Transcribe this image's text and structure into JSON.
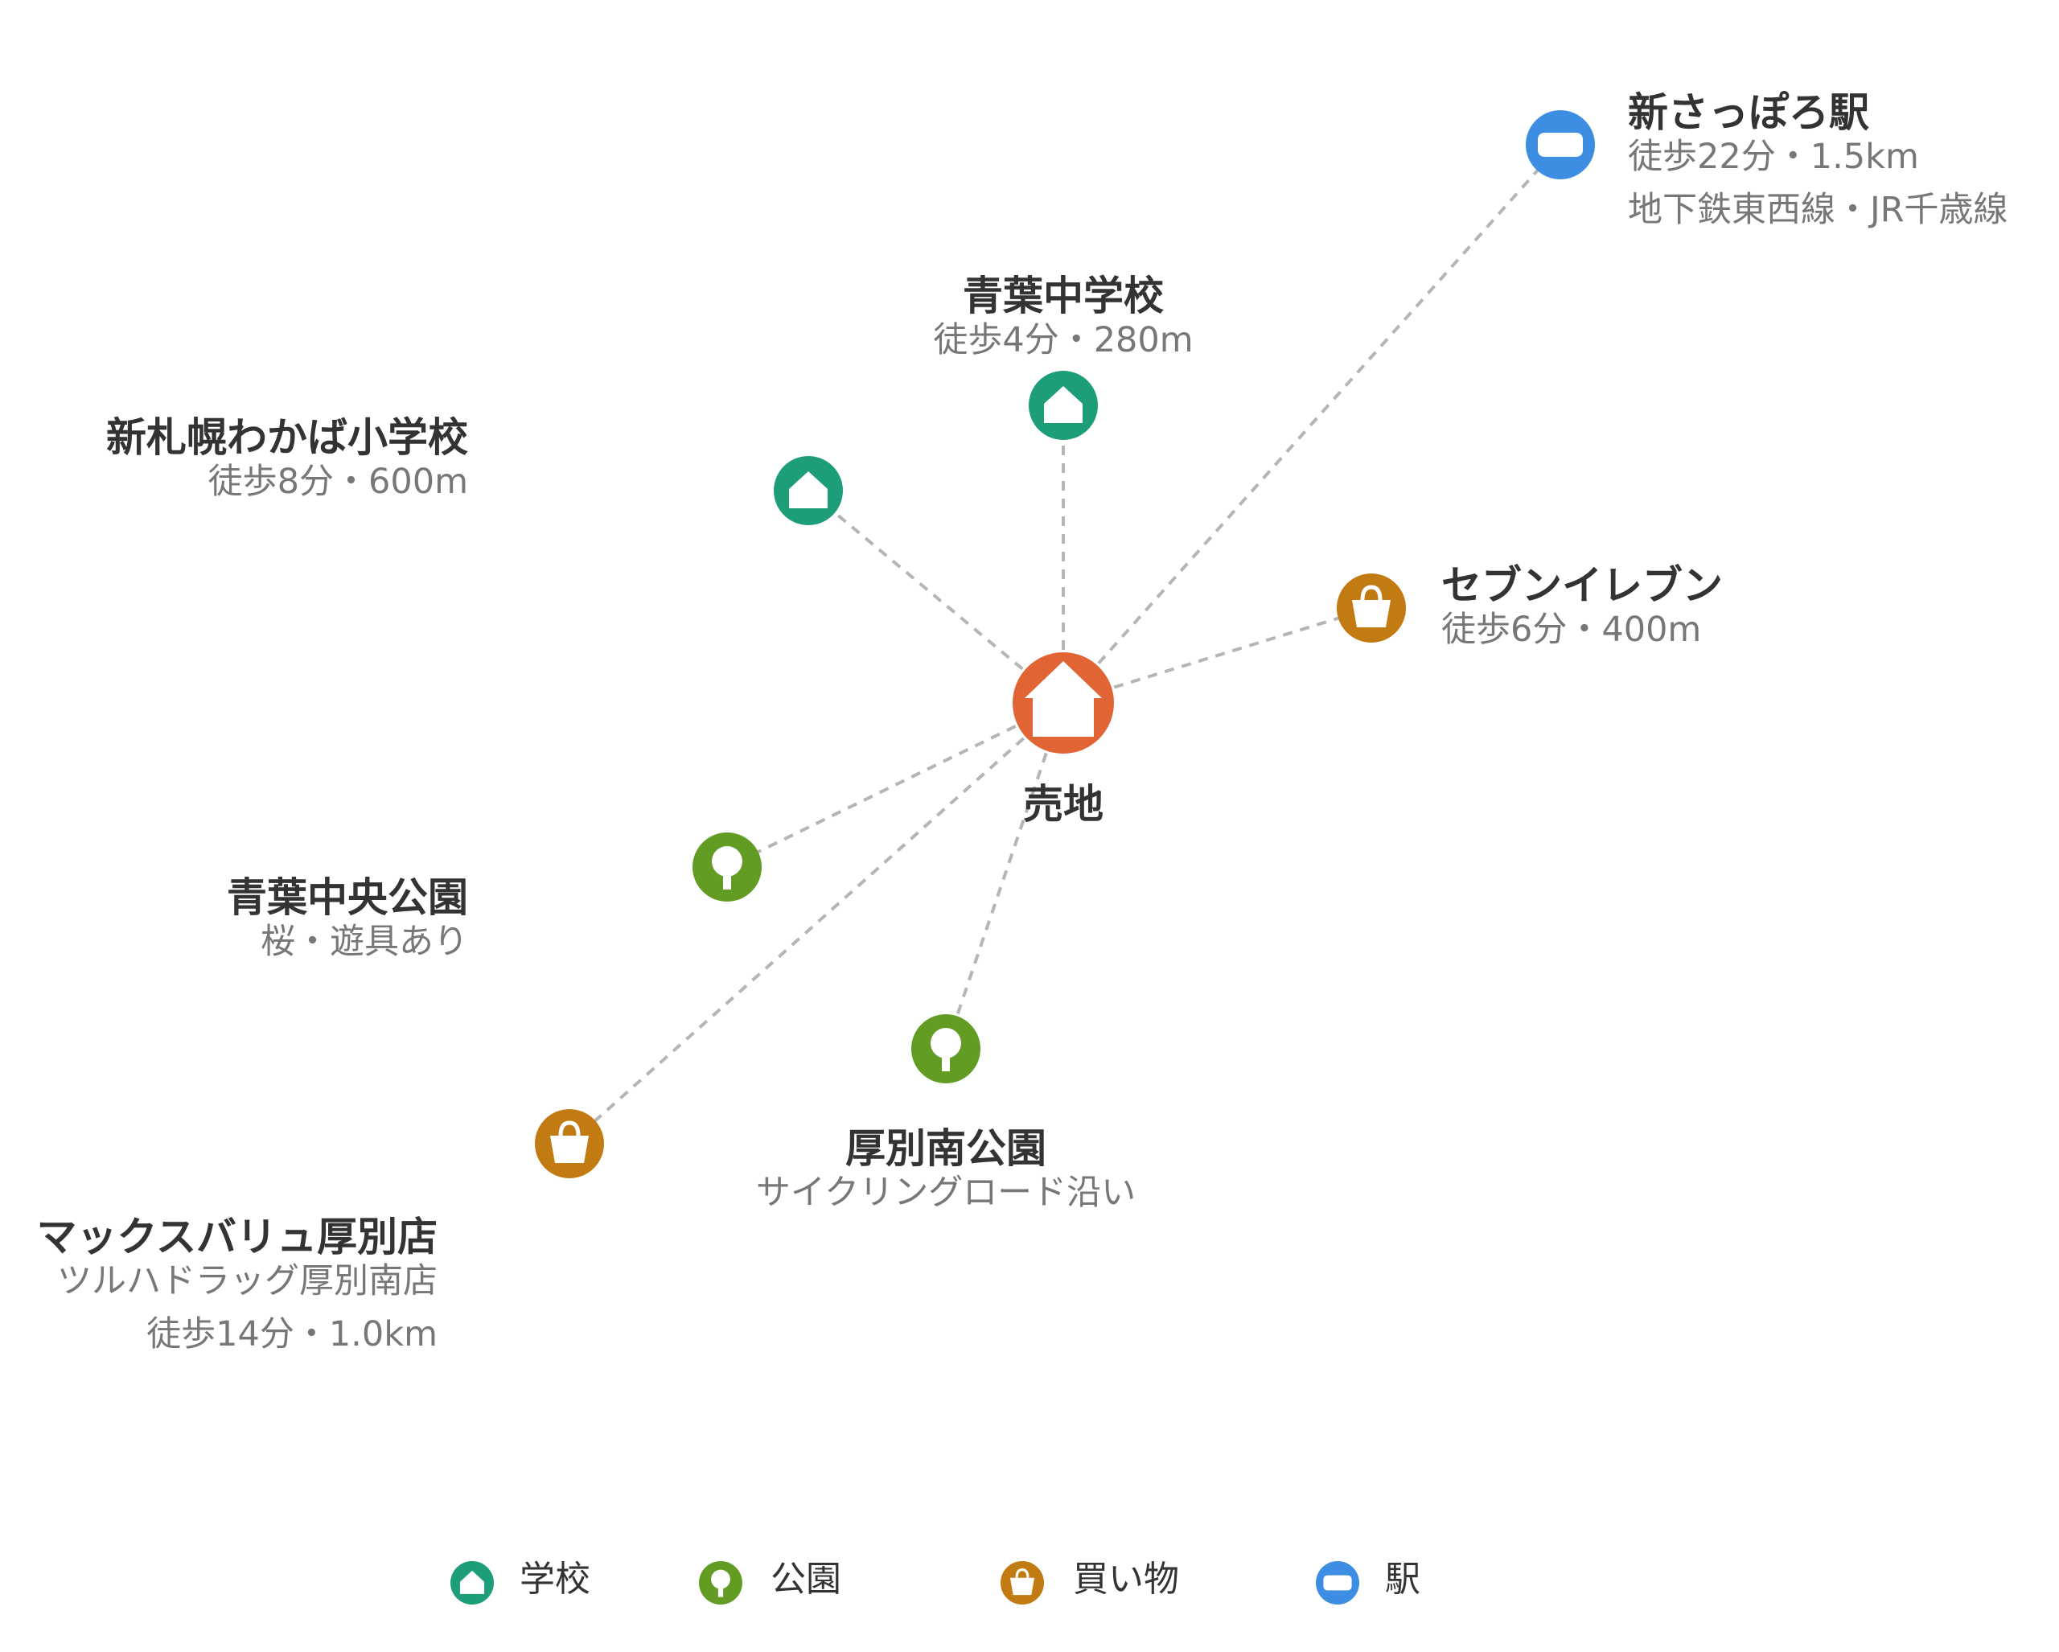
{
  "center": {
    "label": "売地",
    "color": "#E06434",
    "icon": "house-icon"
  },
  "points": [
    {
      "id": "new-sapporo-station",
      "category": "station",
      "name": "新さっぽろ駅",
      "details": [
        "徒歩22分・1.5km",
        "地下鉄東西線・JR千歳線"
      ]
    },
    {
      "id": "aoba-junior-high",
      "category": "school",
      "name": "青葉中学校",
      "details": [
        "徒歩4分・280m"
      ]
    },
    {
      "id": "wakaba-elementary",
      "category": "school",
      "name": "新札幌わかば小学校",
      "details": [
        "徒歩8分・600m"
      ]
    },
    {
      "id": "seven-eleven",
      "category": "shopping",
      "name": "セブンイレブン",
      "details": [
        "徒歩6分・400m"
      ]
    },
    {
      "id": "aoba-central-park",
      "category": "park",
      "name": "青葉中央公園",
      "details": [
        "桜・遊具あり"
      ]
    },
    {
      "id": "atsubetsu-minami-park",
      "category": "park",
      "name": "厚別南公園",
      "details": [
        "サイクリングロード沿い"
      ]
    },
    {
      "id": "maxvalu-atsubetsu",
      "category": "shopping",
      "name": "マックスバリュ厚別店",
      "details": [
        "ツルハドラッグ厚別南店",
        "徒歩14分・1.0km"
      ]
    }
  ],
  "legend": [
    {
      "category": "school",
      "label": "学校"
    },
    {
      "category": "park",
      "label": "公園"
    },
    {
      "category": "shopping",
      "label": "買い物"
    },
    {
      "category": "station",
      "label": "駅"
    }
  ],
  "categories": {
    "school": {
      "color": "#1E9E78",
      "icon": "school-icon"
    },
    "park": {
      "color": "#639C23",
      "icon": "tree-icon"
    },
    "shopping": {
      "color": "#C27A12",
      "icon": "shopping-bag-icon"
    },
    "station": {
      "color": "#3D8EE3",
      "icon": "train-icon"
    }
  }
}
